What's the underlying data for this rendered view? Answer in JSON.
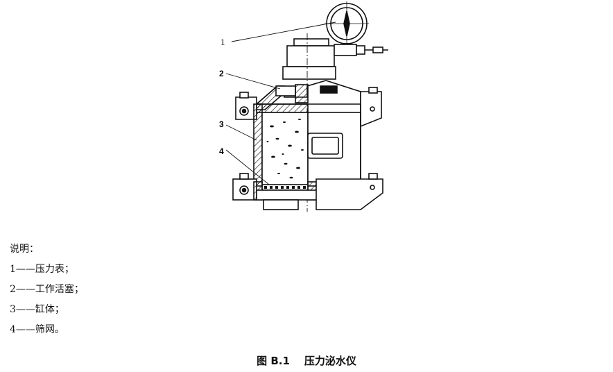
{
  "figure": {
    "callouts": [
      {
        "number": "1"
      },
      {
        "number": "2"
      },
      {
        "number": "3"
      },
      {
        "number": "4"
      }
    ]
  },
  "legend": {
    "heading": "说明：",
    "items": [
      {
        "text": "1——压力表；"
      },
      {
        "text": "2——工作活塞；"
      },
      {
        "text": "3——缸体；"
      },
      {
        "text": "4——筛网。"
      }
    ]
  },
  "caption": {
    "label": "图 B.1",
    "title": "压力泌水仪"
  }
}
